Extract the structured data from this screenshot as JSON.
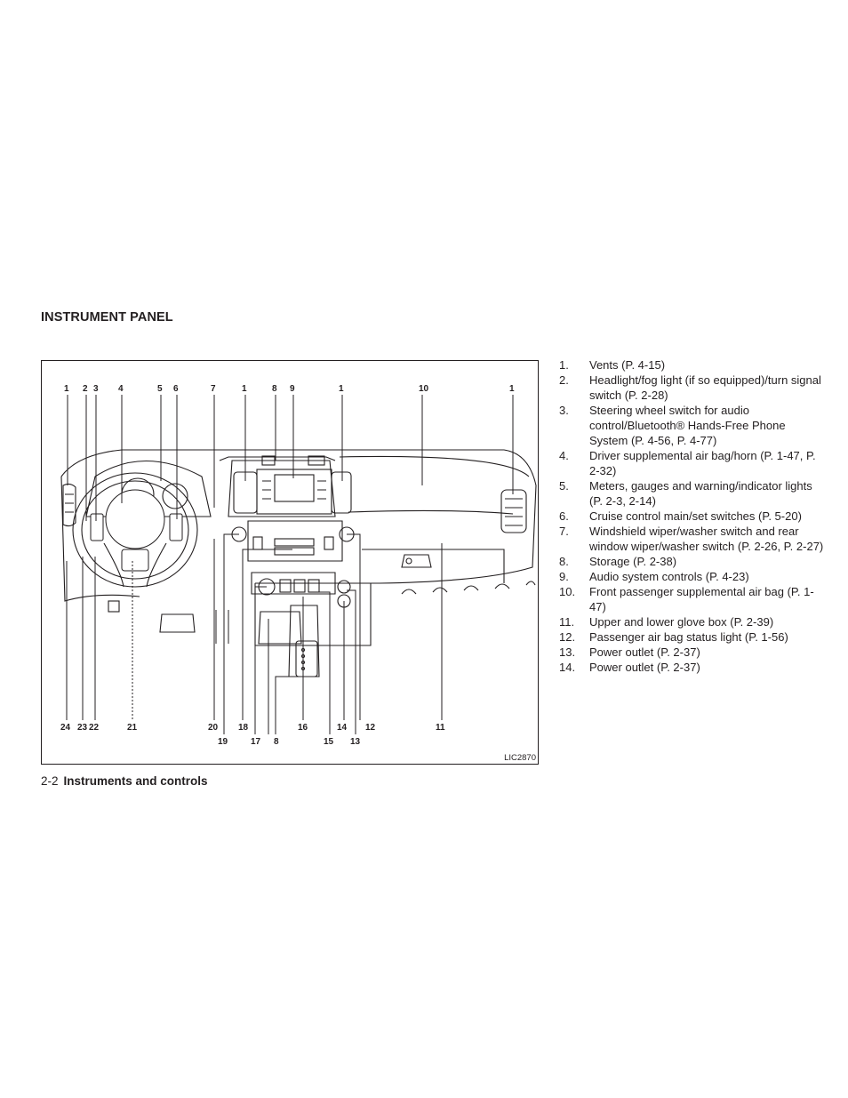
{
  "section": {
    "title": "INSTRUMENT PANEL"
  },
  "figure": {
    "code": "LIC2870",
    "top_callouts": [
      "1",
      "2",
      "3",
      "4",
      "5",
      "6",
      "7",
      "1",
      "8",
      "9",
      "1",
      "10",
      "1"
    ],
    "bottom_callouts": [
      "24",
      "23",
      "22",
      "21",
      "20",
      "19",
      "18",
      "17",
      "8",
      "16",
      "15",
      "14",
      "13",
      "12",
      "11"
    ]
  },
  "legend": [
    {
      "num": "1.",
      "text": "Vents (P. 4-15)"
    },
    {
      "num": "2.",
      "text": "Headlight/fog light (if so equipped)/turn signal switch (P. 2-28)"
    },
    {
      "num": "3.",
      "text": "Steering wheel switch for audio control/Bluetooth® Hands-Free Phone System (P. 4-56, P. 4-77)"
    },
    {
      "num": "4.",
      "text": "Driver supplemental air bag/horn (P. 1-47, P. 2-32)"
    },
    {
      "num": "5.",
      "text": "Meters, gauges and warning/indicator lights (P. 2-3, 2-14)"
    },
    {
      "num": "6.",
      "text": "Cruise control main/set switches (P. 5-20)"
    },
    {
      "num": "7.",
      "text": "Windshield wiper/washer switch and rear window wiper/washer switch (P. 2-26, P. 2-27)"
    },
    {
      "num": "8.",
      "text": "Storage (P. 2-38)"
    },
    {
      "num": "9.",
      "text": "Audio system controls (P. 4-23)"
    },
    {
      "num": "10.",
      "text": "Front passenger supplemental air bag (P. 1-47)"
    },
    {
      "num": "11.",
      "text": "Upper and lower glove box (P. 2-39)"
    },
    {
      "num": "12.",
      "text": "Passenger air bag status light (P. 1-56)"
    },
    {
      "num": "13.",
      "text": "Power outlet (P. 2-37)"
    },
    {
      "num": "14.",
      "text": "Power outlet (P. 2-37)"
    }
  ],
  "footer": {
    "page": "2-2",
    "chapter": "Instruments and controls"
  }
}
